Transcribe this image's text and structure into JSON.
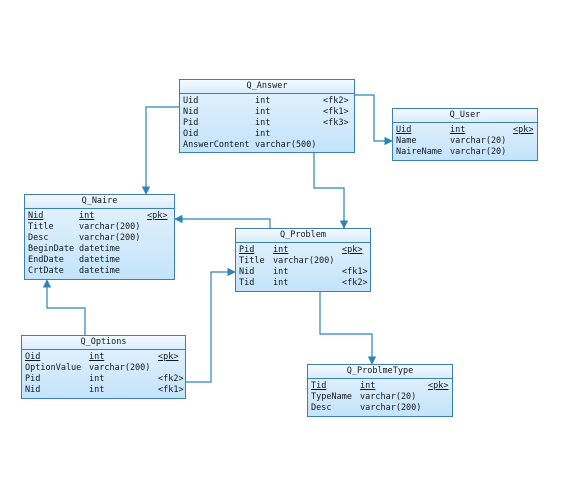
{
  "colors": {
    "border": "#3c7fb1",
    "line": "#2b86b8",
    "fill_top": "#e6f3fd",
    "fill_bottom": "#c4e3fa"
  },
  "entities": {
    "answer": {
      "title": "Q_Answer",
      "rows": [
        {
          "name": "Uid",
          "type": "int",
          "key": "<fk2>",
          "pk": false
        },
        {
          "name": "Nid",
          "type": "int",
          "key": "<fk1>",
          "pk": false
        },
        {
          "name": "Pid",
          "type": "int",
          "key": "<fk3>",
          "pk": false
        },
        {
          "name": "Oid",
          "type": "int",
          "key": "",
          "pk": false
        },
        {
          "name": "AnswerContent",
          "type": "varchar(500)",
          "key": "",
          "pk": false
        }
      ]
    },
    "user": {
      "title": "Q_User",
      "rows": [
        {
          "name": "Uid",
          "type": "int",
          "key": "<pk>",
          "pk": true
        },
        {
          "name": "Name",
          "type": "varchar(20)",
          "key": "",
          "pk": false
        },
        {
          "name": "NaireName",
          "type": "varchar(20)",
          "key": "",
          "pk": false
        }
      ]
    },
    "naire": {
      "title": "Q_Naire",
      "rows": [
        {
          "name": "Nid",
          "type": "int",
          "key": "<pk>",
          "pk": true
        },
        {
          "name": "Title",
          "type": "varchar(200)",
          "key": "",
          "pk": false
        },
        {
          "name": "Desc",
          "type": "varchar(200)",
          "key": "",
          "pk": false
        },
        {
          "name": "BeginDate",
          "type": "datetime",
          "key": "",
          "pk": false
        },
        {
          "name": "EndDate",
          "type": "datetime",
          "key": "",
          "pk": false
        },
        {
          "name": "CrtDate",
          "type": "datetime",
          "key": "",
          "pk": false
        }
      ]
    },
    "problem": {
      "title": "Q_Problem",
      "rows": [
        {
          "name": "Pid",
          "type": "int",
          "key": "<pk>",
          "pk": true
        },
        {
          "name": "Title",
          "type": "varchar(200)",
          "key": "",
          "pk": false
        },
        {
          "name": "Nid",
          "type": "int",
          "key": "<fk1>",
          "pk": false
        },
        {
          "name": "Tid",
          "type": "int",
          "key": "<fk2>",
          "pk": false
        }
      ]
    },
    "options": {
      "title": "Q_Options",
      "rows": [
        {
          "name": "Oid",
          "type": "int",
          "key": "<pk>",
          "pk": true
        },
        {
          "name": "OptionValue",
          "type": "varchar(200)",
          "key": "",
          "pk": false
        },
        {
          "name": "Pid",
          "type": "int",
          "key": "<fk2>",
          "pk": false
        },
        {
          "name": "Nid",
          "type": "int",
          "key": "<fk1>",
          "pk": false
        }
      ]
    },
    "problemtype": {
      "title": "Q_ProblmeType",
      "rows": [
        {
          "name": "Tid",
          "type": "int",
          "key": "<pk>",
          "pk": true
        },
        {
          "name": "TypeName",
          "type": "varchar(20)",
          "key": "",
          "pk": false
        },
        {
          "name": "Desc",
          "type": "varchar(200)",
          "key": "",
          "pk": false
        }
      ]
    }
  }
}
